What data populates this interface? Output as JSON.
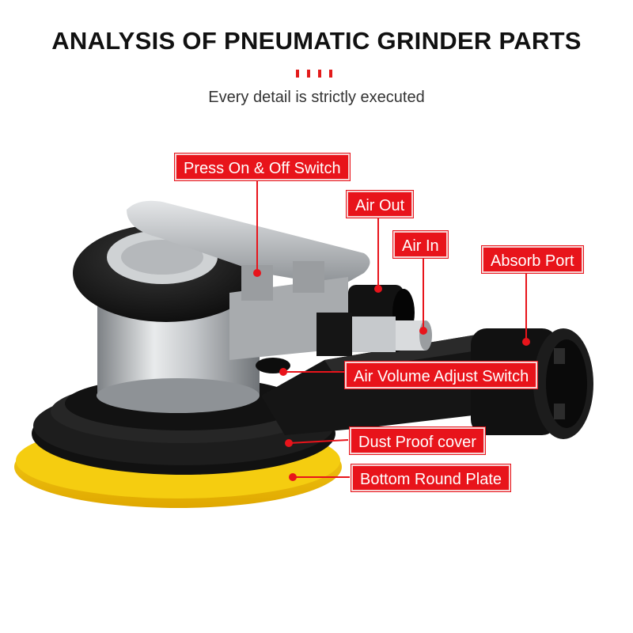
{
  "header": {
    "title": "ANALYSIS OF PNEUMATIC GRINDER PARTS",
    "subtitle": "Every detail is strictly executed"
  },
  "labels": {
    "press_switch": "Press On & Off Switch",
    "air_out": "Air Out",
    "air_in": "Air In",
    "absorb_port": "Absorb Port",
    "air_volume": "Air Volume Adjust Switch",
    "dust_cover": "Dust Proof cover",
    "bottom_plate": "Bottom Round Plate"
  },
  "colors": {
    "accent": "#e8141b",
    "pad": "#f2c200",
    "body_black": "#141414",
    "metal": "#b9bcbf"
  }
}
